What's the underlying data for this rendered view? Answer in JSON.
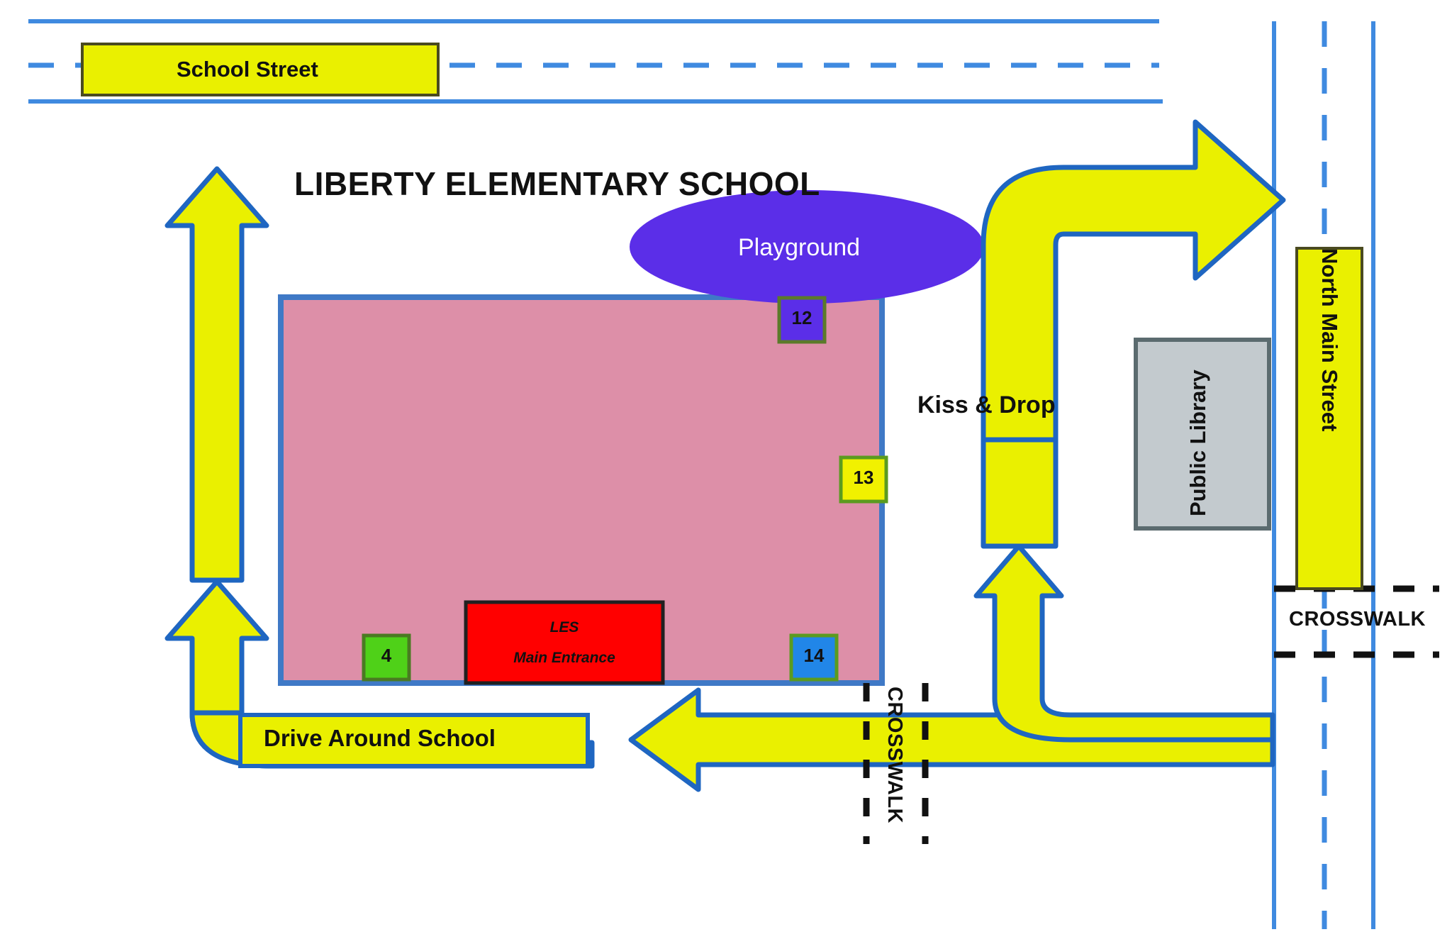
{
  "title": "LIBERTY ELEMENTARY SCHOOL",
  "streets": {
    "school_street": "School Street",
    "north_main_street": "North Main Street"
  },
  "areas": {
    "playground": "Playground",
    "public_library": "Public Library",
    "main_entrance_line1": "LES",
    "main_entrance_line2": "Main Entrance"
  },
  "routes": {
    "kiss_and_drop": "Kiss & Drop",
    "drive_around_school": "Drive Around School"
  },
  "crosswalks": {
    "vertical": "CROSSWALK",
    "horizontal": "CROSSWALK"
  },
  "markers": [
    {
      "id": "marker-12",
      "label": "12",
      "fill": "#5b2ee8",
      "border": "#5b7a2a"
    },
    {
      "id": "marker-13",
      "label": "13",
      "fill": "#f1f100",
      "border": "#5b9b1f"
    },
    {
      "id": "marker-14",
      "label": "14",
      "fill": "#2186e8",
      "border": "#5b9b1f"
    },
    {
      "id": "marker-4",
      "label": "4",
      "fill": "#4fd118",
      "border": "#4a7a22"
    }
  ],
  "colors": {
    "arrow_fill": "#eaf000",
    "arrow_stroke": "#1f66c1",
    "road_line": "#3f8ae0",
    "school_fill": "#dd8fa8",
    "school_stroke": "#3f79c6",
    "playground_fill": "#5b2ee8",
    "library_fill": "#c3cace",
    "library_stroke": "#5b6b6f",
    "entrance_fill": "#ff0000",
    "entrance_stroke": "#202020",
    "street_label_fill": "#eaf000",
    "street_label_stroke": "#4a4a20",
    "crosswalk_dash": "#111111",
    "text": "#111111"
  }
}
